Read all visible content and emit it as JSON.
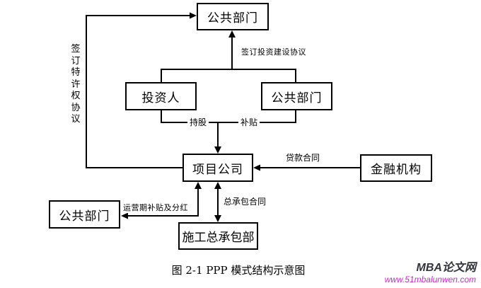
{
  "diagram": {
    "boxes": {
      "public_dept_top": "公共部门",
      "investor": "投资人",
      "public_dept_mid": "公共部门",
      "project_company": "项目公司",
      "financial_institution": "金融机构",
      "public_dept_bottom": "公共部门",
      "construction_contractor": "施工总承包部"
    },
    "edge_labels": {
      "concession_agreement": "签订特许权协议",
      "investment_agreement": "签订投资建设协议",
      "shareholding": "持股",
      "subsidy": "补贴",
      "loan_contract": "贷款合同",
      "operation_subsidy_dividend": "运营期补贴及分红",
      "general_contract": "总承包合同"
    },
    "caption": "图 2-1 PPP 模式结构示意图",
    "line_color": "#000000"
  },
  "watermark": {
    "brand": "MBA论文网",
    "url": "www.51mbalunwen.com",
    "brand_color": "#33343d",
    "url_color": "#c42ec4"
  }
}
